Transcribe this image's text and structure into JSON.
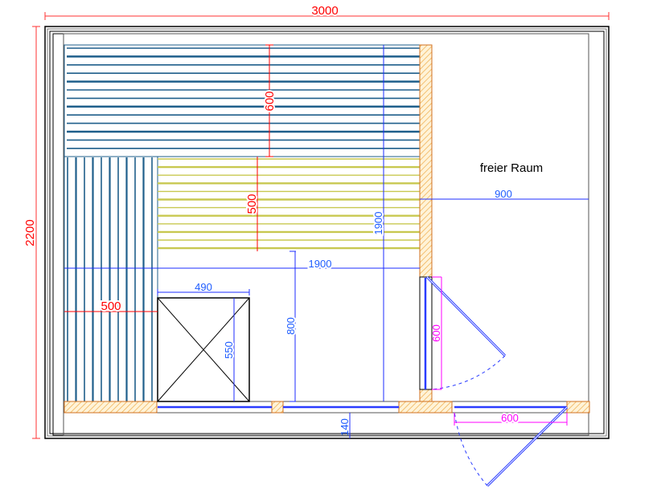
{
  "plan": {
    "room_label": "freier Raum",
    "dimensions": {
      "overall_width": "3000",
      "overall_depth": "2200",
      "upper_bench_depth": "600",
      "middle_bench_depth": "500",
      "side_bench_width": "500",
      "cabin_width": "1900",
      "cabin_depth": "1900",
      "free_space_width": "900",
      "heater_width": "490",
      "heater_depth": "550",
      "floor_clearance": "800",
      "glass_offset": "140",
      "inner_door_width": "600",
      "outer_door_width": "600"
    },
    "colors": {
      "bench_blue": "#1f5f8b",
      "bench_yellow": "#c8c850",
      "wall_hatch": "#e08a2c",
      "dim_red": "#ff0000",
      "dim_blue": "#1e5cff",
      "dim_magenta": "#ff00ff"
    },
    "slat_counts": {
      "upper": 13,
      "side": 11,
      "middle": 12
    }
  }
}
